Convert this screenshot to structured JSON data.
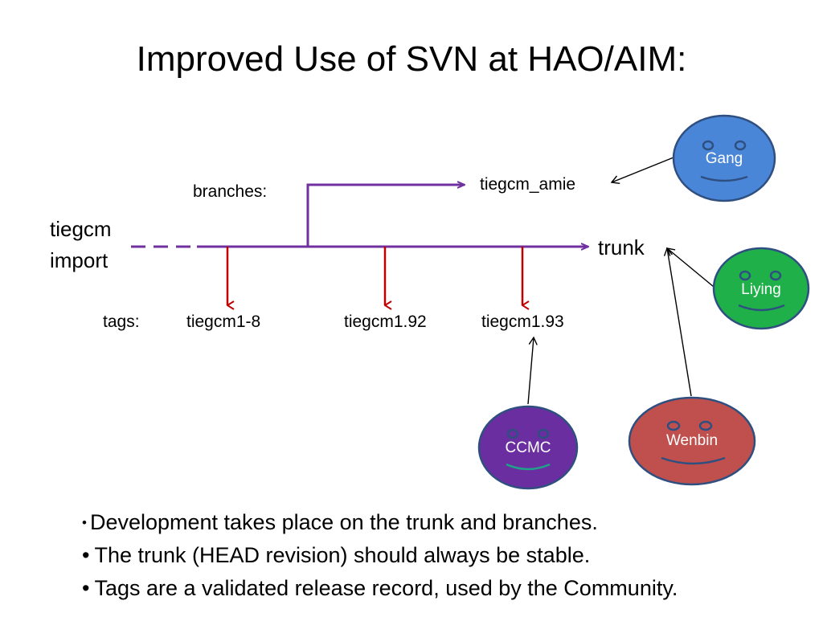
{
  "title": "Improved Use of SVN at HAO/AIM:",
  "labels": {
    "import_line1": "tiegcm",
    "import_line2": "import",
    "branches": "branches:",
    "branch_name": "tiegcm_amie",
    "trunk": "trunk",
    "tags": "tags:",
    "tag1": "tiegcm1-8",
    "tag2": "tiegcm1.92",
    "tag3": "tiegcm1.93"
  },
  "people": [
    {
      "name": "Gang",
      "color": "#4a86d8"
    },
    {
      "name": "Liying",
      "color": "#1fb04a"
    },
    {
      "name": "CCMC",
      "color": "#6a2ea0"
    },
    {
      "name": "Wenbin",
      "color": "#c0504d"
    }
  ],
  "colors": {
    "trunk_line": "#7030a0",
    "tag_arrow": "#c00000",
    "face_outline": "#2f4f80"
  },
  "bullets": [
    "Development takes place on the trunk and branches.",
    "The trunk (HEAD revision) should always be stable.",
    "Tags are a validated release record, used by the Community."
  ]
}
